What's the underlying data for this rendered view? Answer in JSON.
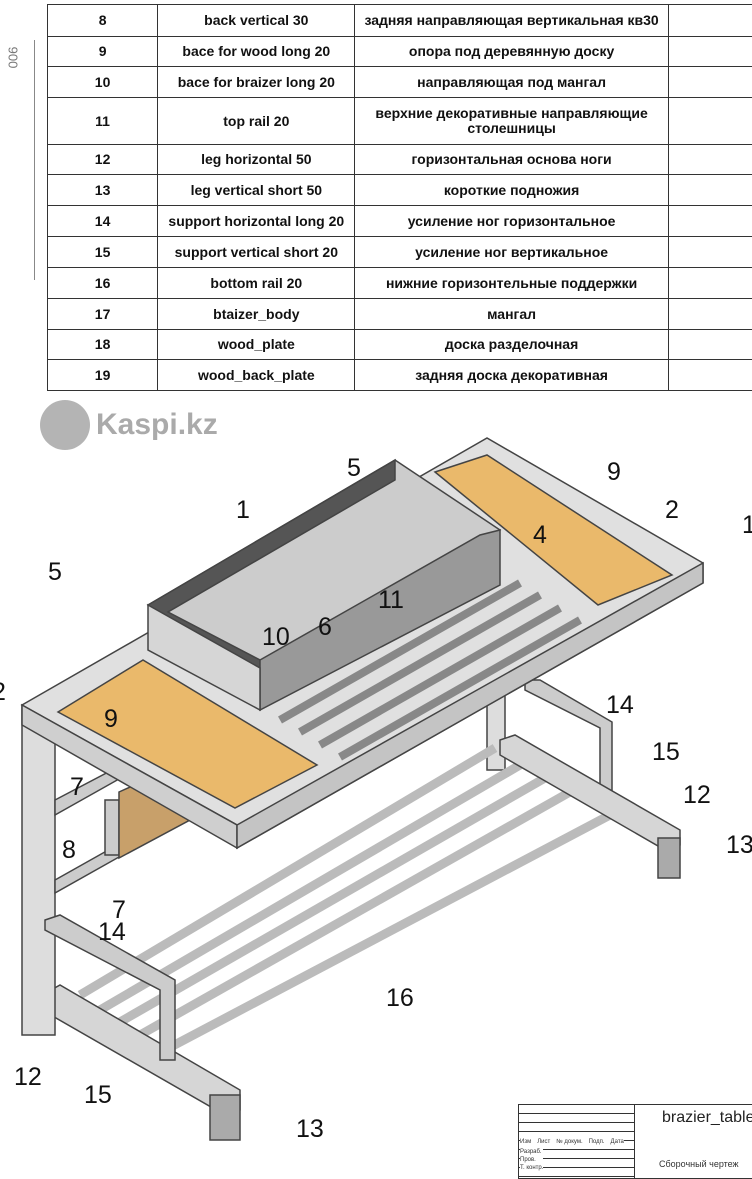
{
  "spec_table": {
    "rows": [
      {
        "n": "8",
        "en": "back vertical 30",
        "ru": "задняя направляющая вертикальная кв30"
      },
      {
        "n": "9",
        "en": "bace for wood long 20",
        "ru": "опора под деревянную доску"
      },
      {
        "n": "10",
        "en": "bace for braizer long 20",
        "ru": "направляющая под мангал"
      },
      {
        "n": "11",
        "en": "top rail 20",
        "ru": "верхние декоративные направляющие столешницы"
      },
      {
        "n": "12",
        "en": "leg horizontal 50",
        "ru": "горизонтальная основа ноги"
      },
      {
        "n": "13",
        "en": "leg vertical short 50",
        "ru": "короткие подножия"
      },
      {
        "n": "14",
        "en": "support horizontal long 20",
        "ru": "усиление ног горизонтальное"
      },
      {
        "n": "15",
        "en": "support vertical short 20",
        "ru": "усиление ног вертикальное"
      },
      {
        "n": "16",
        "en": "bottom rail 20",
        "ru": "нижние горизонтельные поддержки"
      },
      {
        "n": "17",
        "en": "btaizer_body",
        "ru": "мангал"
      },
      {
        "n": "18",
        "en": "wood_plate",
        "ru": "доска разделочная"
      },
      {
        "n": "19",
        "en": "wood_back_plate",
        "ru": "задняя доска декоративная"
      }
    ]
  },
  "dimension": "900",
  "watermark": "Kaspi.kz",
  "callouts": [
    "1",
    "5",
    "9",
    "2",
    "1",
    "4",
    "5",
    "11",
    "6",
    "10",
    "2",
    "9",
    "14",
    "15",
    "12",
    "13",
    "7",
    "8",
    "7",
    "14",
    "16",
    "12",
    "15",
    "13"
  ],
  "title_block": {
    "title": "brazier_table",
    "subtitle": "Сборочный чертеж",
    "headers": [
      "Изм",
      "Лист",
      "№ докум.",
      "Подп.",
      "Дата"
    ],
    "rows": [
      "Разраб.",
      "Пров.",
      "Т. контр."
    ]
  }
}
